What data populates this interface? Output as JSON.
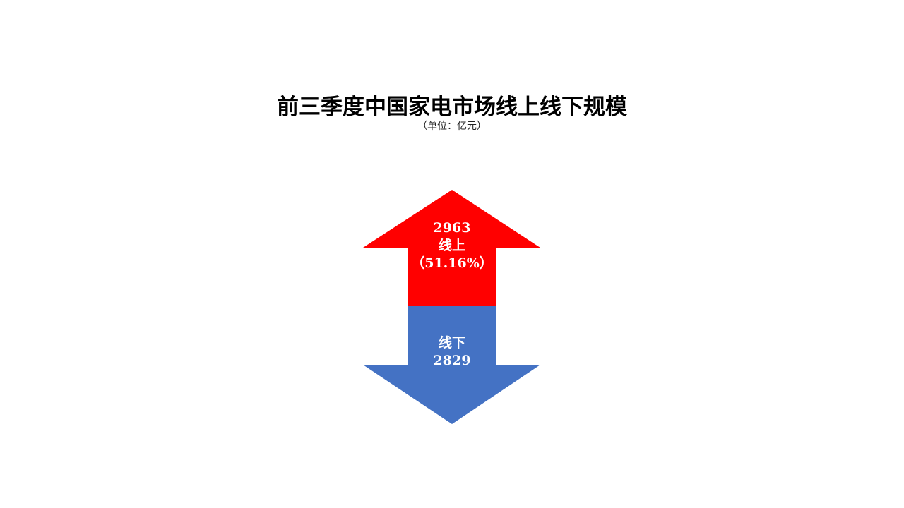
{
  "title": "前三季度中国家电市场线上线下规模",
  "subtitle": "（单位：亿元）",
  "online": {
    "value": "2963",
    "label": "线上",
    "share": "（51.16%）",
    "color": "#FF0000"
  },
  "offline": {
    "value": "2829",
    "label": "线下",
    "color": "#4472C4"
  },
  "chart_data": {
    "type": "bar",
    "title": "前三季度中国家电市场线上线下规模",
    "subtitle": "（单位：亿元）",
    "categories": [
      "线上",
      "线下"
    ],
    "values": [
      2963,
      2829
    ],
    "annotations": [
      "线上占比 51.16%"
    ],
    "colors": [
      "#FF0000",
      "#4472C4"
    ],
    "xlabel": "",
    "ylabel": "亿元",
    "legend": "none",
    "grid": false
  }
}
